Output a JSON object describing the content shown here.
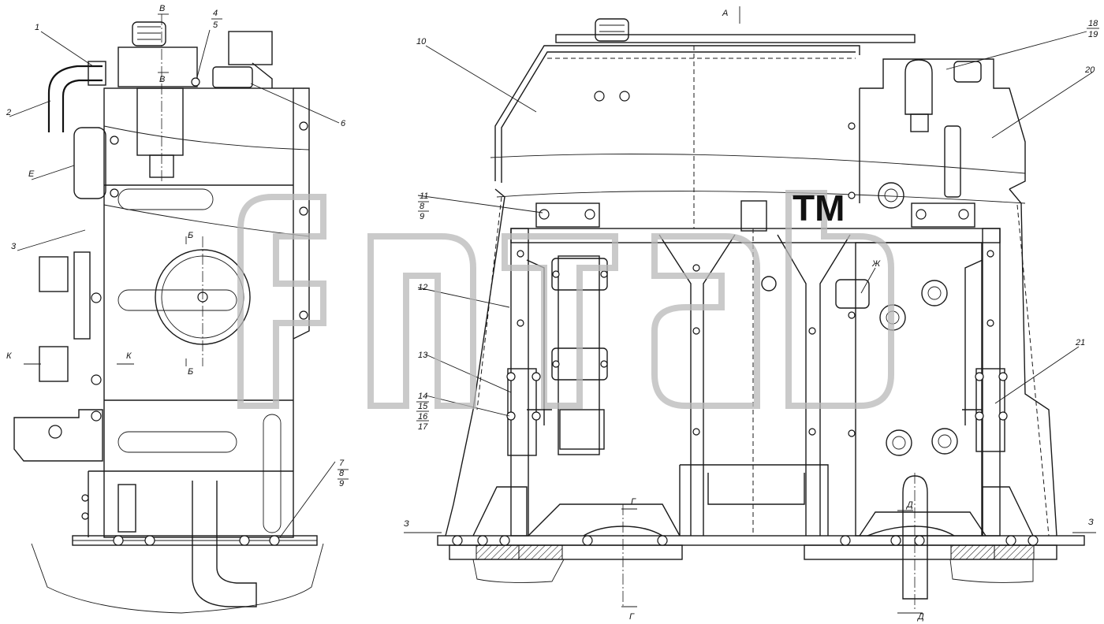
{
  "labels": {
    "l1": "1",
    "l2": "2",
    "l3": "3",
    "l4": "4",
    "l5": "5",
    "l6": "6",
    "l7": "7",
    "l8a": "8",
    "l9a": "9",
    "l10": "10",
    "l11": "11",
    "l8b": "8",
    "l9b": "9",
    "l12": "12",
    "l13": "13",
    "l14": "14",
    "l15": "15",
    "l16": "16",
    "l17": "17",
    "l18": "18",
    "l19": "19",
    "l20": "20",
    "l21": "21"
  },
  "sections": {
    "e": "Е",
    "k_left": "К",
    "k_right": "К",
    "b_top": "Б",
    "b_bottom": "Б",
    "v_top": "В",
    "v_bottom": "В",
    "a": "А",
    "g_top": "Г",
    "g_bottom": "Г",
    "d_top": "Д",
    "d_bottom": "Д",
    "z_left": "З",
    "z_right": "З",
    "zh": "Ж"
  },
  "watermark": {
    "tm": "TM"
  }
}
